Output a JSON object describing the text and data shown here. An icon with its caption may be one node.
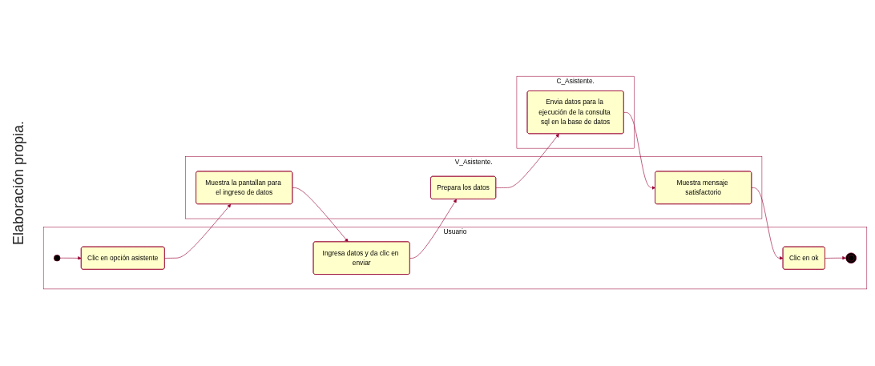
{
  "diagram": {
    "caption": "Elaboración propia.",
    "nodes": [
      {
        "text": [
          "Usuario"
        ]
      },
      {
        "text": [],
        "shape": "circle",
        "in": 0
      },
      {
        "text": [
          "Clic en opción asistente"
        ],
        "in": 0
      },
      {
        "text": [
          "Ingresa datos y da clic en enviar"
        ],
        "in": 0
      },
      {
        "text": [
          "Clic en ok"
        ],
        "in": 0
      },
      {
        "text": [],
        "shape": "circle",
        "in": 0
      },
      {
        "text": [
          "V_Asistente."
        ]
      },
      {
        "text": [
          "Muestra la pantallan para el ingreso de datos"
        ],
        "in": 6
      },
      {
        "text": [
          "Prepara los datos"
        ],
        "in": 6
      },
      {
        "text": [
          "Muestra mensaje satisfactorio"
        ],
        "in": 6
      },
      {
        "text": [
          "C_Asistente."
        ]
      },
      {
        "text": [
          "Envia datos para la ejecución de la consulta sql en la base de datos"
        ],
        "in": 10
      }
    ],
    "edges": [
      {
        "from": 1,
        "to": 2,
        "arrow": "to"
      },
      {
        "from": 2,
        "to": 7,
        "arrow": "to"
      },
      {
        "from": 7,
        "to": 3,
        "arrow": "to"
      },
      {
        "from": 3,
        "to": 8,
        "arrow": "to"
      },
      {
        "from": 8,
        "to": 11,
        "arrow": "to"
      },
      {
        "from": 11,
        "to": 9,
        "arrow": "to"
      },
      {
        "from": 9,
        "to": 4,
        "arrow": "to"
      },
      {
        "from": 4,
        "to": 5,
        "arrow": "to"
      }
    ]
  }
}
